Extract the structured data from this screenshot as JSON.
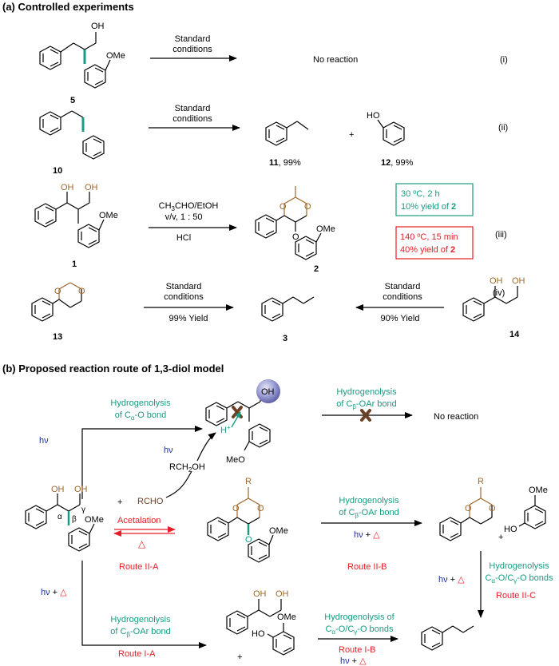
{
  "panel_a": {
    "heading": "(a) Controlled experiments",
    "row1": {
      "compound": "5",
      "cond": "Standard conditions",
      "cond_l1": "Standard",
      "cond_l2": "conditions",
      "result": "No reaction",
      "tag": "(i)",
      "ome": "OMe",
      "oh": "OH"
    },
    "row2": {
      "compound": "10",
      "cond_l1": "Standard",
      "cond_l2": "conditions",
      "product1": "11",
      "yield1": ", 99%",
      "product2": "12",
      "yield2": ", 99%",
      "plus": "+",
      "ho": "HO",
      "tag": "(ii)"
    },
    "row3": {
      "compound": "1",
      "reagent_main": "CH",
      "reagent_sub": "3",
      "reagent_rest": "CHO/EtOH",
      "ratio": "v/v, 1 : 50",
      "acid": "HCl",
      "product": "2",
      "oh1": "OH",
      "oh2": "OH",
      "ome": "OMe",
      "ome2": "OMe",
      "o1": "O",
      "o2": "O",
      "o3": "O",
      "box1_l1": "30 ºC, 2 h",
      "box1_l2a": "10% yield of ",
      "box1_l2b": "2",
      "box2_l1": "140 ºC, 15 min",
      "box2_l2a": "40% yield of ",
      "box2_l2b": "2",
      "tag": "(iii)"
    },
    "row4": {
      "left": "13",
      "cond_l1": "Standard",
      "cond_l2": "conditions",
      "yield_left": "99% Yield",
      "product": "3",
      "right": "14",
      "yield_right": "90% Yield",
      "tag": "(iv)",
      "o1": "O",
      "o2": "O",
      "oh1": "OH",
      "oh2": "OH"
    }
  },
  "panel_b": {
    "heading": "(b) Proposed reaction route of 1,3-diol model",
    "hv": "hν",
    "delta": "△",
    "top_left_label_l1": "Hydrogenolysis",
    "top_left_label_l2a": "of C",
    "top_left_label_l2sub": "α",
    "top_left_label_l2b": "-O bond",
    "top_right_label_l1": "Hydrogenolysis",
    "top_right_label_l2a": "of C",
    "top_right_label_l2sub": "β",
    "top_right_label_l2b": "-OAr bond",
    "no_reaction": "No reaction",
    "hplus": "H",
    "hplus_sup": "+",
    "oh": "OH",
    "meo": "MeO",
    "alcohol": "RCH",
    "alcohol_sub": "2",
    "alcohol_rest": "OH",
    "aldehyde": "RCHO",
    "plus": "+",
    "alpha": "α",
    "beta": "β",
    "gamma": "γ",
    "acetalation": "Acetalation",
    "route_IIA": "Route II-A",
    "route_IIB": "Route II-B",
    "route_IIC": "Route II-C",
    "route_IA": "Route I-A",
    "route_IB": "Route I-B",
    "hyd": "Hydrogenolysis",
    "hyd_of": "Hydrogenolysis of",
    "of_cb": "of C",
    "sub_b": "β",
    "ocb_bond": "-OAr bond",
    "c": "C",
    "sub_a": "α",
    "sub_g": "γ",
    "o_slash": "-O/C",
    "o_bonds": "-O bonds",
    "r": "R",
    "o": "O",
    "ome": "OMe",
    "ho": "HO"
  }
}
